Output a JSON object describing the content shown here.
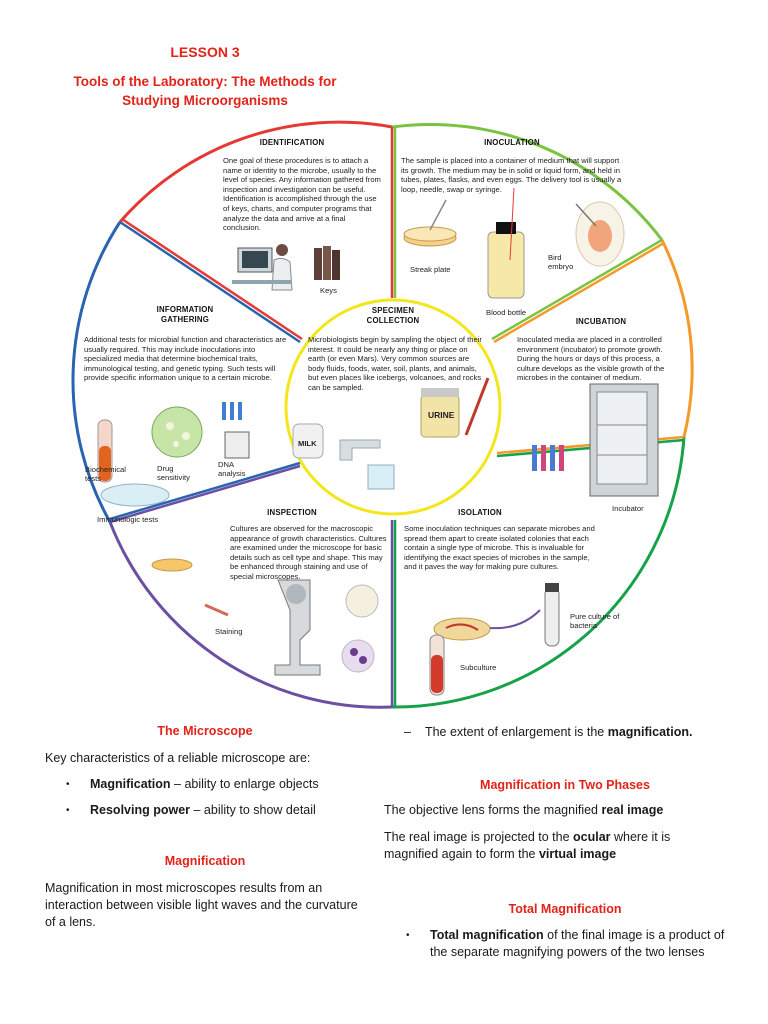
{
  "header": {
    "lesson": "LESSON 3",
    "title_line1": "Tools of the Laboratory: The Methods for",
    "title_line2": "Studying Microorganisms"
  },
  "wheel": {
    "identification": {
      "heading": "IDENTIFICATION",
      "text": "One goal of these procedures is to attach a name or identity to the microbe, usually to the level of species. Any information gathered from inspection and investigation can be useful. Identification is accomplished through the use of keys, charts, and computer programs that analyze the data and arrive at a final conclusion.",
      "label_keys": "Keys"
    },
    "inoculation": {
      "heading": "INOCULATION",
      "text": "The sample is placed into a container of medium that will support its growth. The medium may be in solid or liquid form, and held in tubes, plates, flasks, and even eggs. The delivery tool is usually a loop, needle, swap or syringe.",
      "label_streak": "Streak plate",
      "label_bird": "Bird embryo",
      "label_blood": "Blood bottle"
    },
    "info": {
      "heading1": "INFORMATION",
      "heading2": "GATHERING",
      "text": "Additional tests for microbial function and characteristics are usually required. This may include inoculations into specialized media that determine biochemical traits, immunological testing, and genetic typing. Such tests will provide specific information unique to a certain microbe.",
      "label_bio": "Biochemical tests",
      "label_drug": "Drug sensitivity",
      "label_dna": "DNA analysis",
      "label_immuno": "Immunologic tests"
    },
    "specimen": {
      "heading1": "SPECIMEN",
      "heading2": "COLLECTION",
      "text": "Microbiologists begin by sampling the object of their interest. It could be nearly any thing or place on earth (or even Mars). Very common sources are body fluids, foods, water, soil, plants, and animals, but even places like icebergs, volcanoes, and rocks can be sampled.",
      "label_milk": "MILK",
      "label_urine": "URINE"
    },
    "incubation": {
      "heading": "INCUBATION",
      "text": "Inoculated media are placed in a controlled environment (incubator) to promote growth. During the hours or days of this process, a culture develops as the visible growth of the microbes in the container of medium.",
      "label_incubator": "Incubator"
    },
    "inspection": {
      "heading": "INSPECTION",
      "text": "Cultures are observed for the macroscopic appearance of growth characteristics. Cultures are examined under the microscope for basic details such as cell type and shape. This may be enhanced through staining and use of special microscopes.",
      "label_staining": "Staining"
    },
    "isolation": {
      "heading": "ISOLATION",
      "text": "Some inoculation techniques can separate microbes and spread them apart to create isolated colonies that each contain a single type of microbe. This is invaluable for identifying the exact species of microbes in the sample, and it paves the way for making pure cultures.",
      "label_pure": "Pure culture of bacteria",
      "label_sub": "Subculture"
    }
  },
  "left": {
    "microscope_heading": "The Microscope",
    "key_intro": "Key characteristics of a reliable microscope are:",
    "bullet1_bold": "Magnification",
    "bullet1_rest": " – ability to enlarge objects",
    "bullet2_bold": "Resolving power",
    "bullet2_rest": " – ability to show detail",
    "magnification_heading": "Magnification",
    "magnification_text": "Magnification in most microscopes results from an interaction between visible light waves and the curvature of a lens."
  },
  "right": {
    "extent_dash": "–",
    "extent_text": "The extent of enlargement is the ",
    "extent_bold": "magnification.",
    "phases_heading": "Magnification in Two Phases",
    "phase1_text": "The objective lens forms the magnified ",
    "phase1_bold": "real image",
    "phase2_a": "The real image is projected to the ",
    "phase2_b": "ocular",
    "phase2_c": " where it is magnified again to form the ",
    "phase2_d": "virtual image",
    "total_heading": "Total Magnification",
    "total_bold": "Total magnification",
    "total_rest": " of the final image is a product of the separate magnifying powers of the two lenses"
  },
  "colors": {
    "heading_red": "#e2231a",
    "ring_red": "#e53935",
    "ring_green": "#7cc242",
    "ring_orange": "#f39a2b",
    "ring_darkgreen": "#17a24a",
    "ring_purple": "#6a4fa3",
    "ring_blue": "#2a63b0",
    "ring_yellow": "#f2e61c"
  }
}
